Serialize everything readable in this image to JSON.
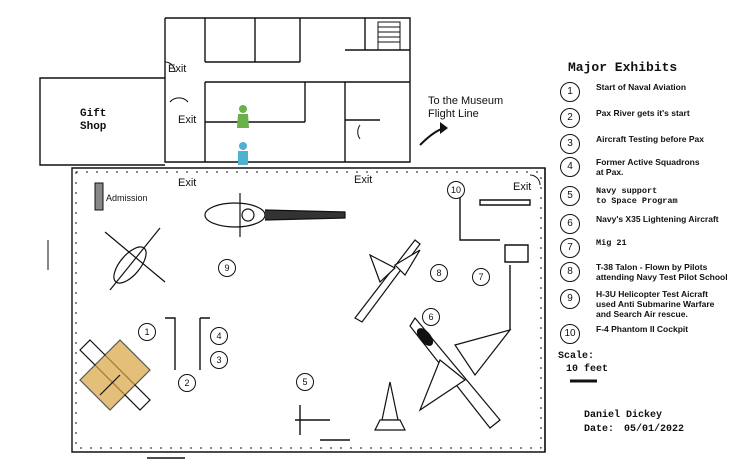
{
  "labels": {
    "gift_shop": "Gift\nShop",
    "admission": "Admission",
    "exit": "Exit",
    "flight_line": "To the Museum\nFlight Line"
  },
  "legend": {
    "title": "Major Exhibits",
    "items": [
      {
        "num": "1",
        "text": "Start of Naval Aviation",
        "mono": false
      },
      {
        "num": "2",
        "text": "Pax River gets it's start",
        "mono": false
      },
      {
        "num": "3",
        "text": "Aircraft Testing before Pax",
        "mono": false
      },
      {
        "num": "4",
        "text": "Former Active Squadrons\nat Pax.",
        "mono": false
      },
      {
        "num": "5",
        "text": "Navy support\nto Space Program",
        "mono": true
      },
      {
        "num": "6",
        "text": "Navy's X35 Lightening Aircraft",
        "mono": false
      },
      {
        "num": "7",
        "text": "Mig 21",
        "mono": true
      },
      {
        "num": "8",
        "text": "T-38 Talon - Flown by Pilots\nattending Navy Test Pilot School",
        "mono": false
      },
      {
        "num": "9",
        "text": "H-3U Helicopter Test Aicraft\nused Anti Submarine Warfare\nand Search Air rescue.",
        "mono": false
      },
      {
        "num": "10",
        "text": "F-4 Phantom II Cockpit",
        "mono": false
      }
    ]
  },
  "scale": {
    "label": "Scale:",
    "value": "10 feet"
  },
  "credit": {
    "name": "Daniel Dickey",
    "date_label": "Date:",
    "date": "05/01/2022"
  },
  "markers": {
    "m1": "1",
    "m2": "2",
    "m3": "3",
    "m4": "4",
    "m5": "5",
    "m6": "6",
    "m7": "7",
    "m8": "8",
    "m9": "9",
    "m10": "10"
  },
  "colors": {
    "restroom_women": "#6ab04c",
    "restroom_men": "#4fb0d0",
    "aircraft_yellow": "#d9a441"
  }
}
